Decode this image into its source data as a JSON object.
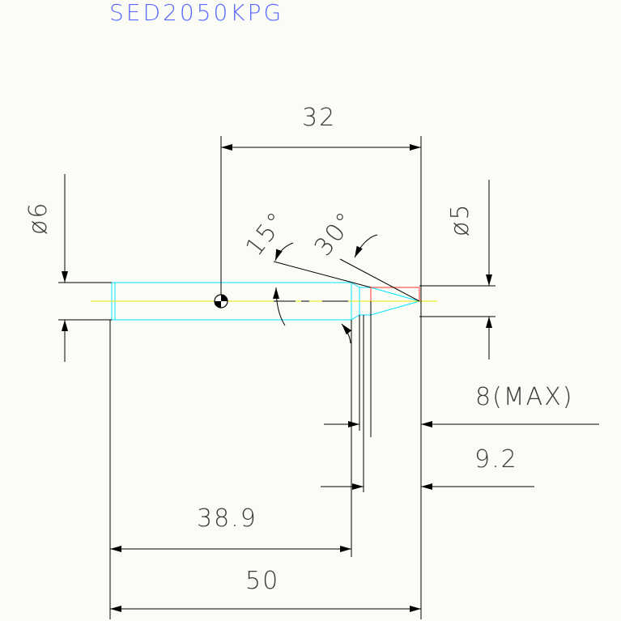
{
  "title": "SED2050KPG",
  "dimensions": {
    "length_top": "32",
    "dia_left": "ø6",
    "dia_right": "ø5",
    "angle_1": "15°",
    "angle_2": "30°",
    "max_8": "8(MAX)",
    "len_9_2": "9.2",
    "len_38_9": "38.9",
    "len_50": "50"
  },
  "colors": {
    "body_outline": "#00e5ff",
    "center_line": "#e6e600",
    "tip": "#ff3333",
    "dimension": "#000000",
    "title": "#5a6aff"
  }
}
